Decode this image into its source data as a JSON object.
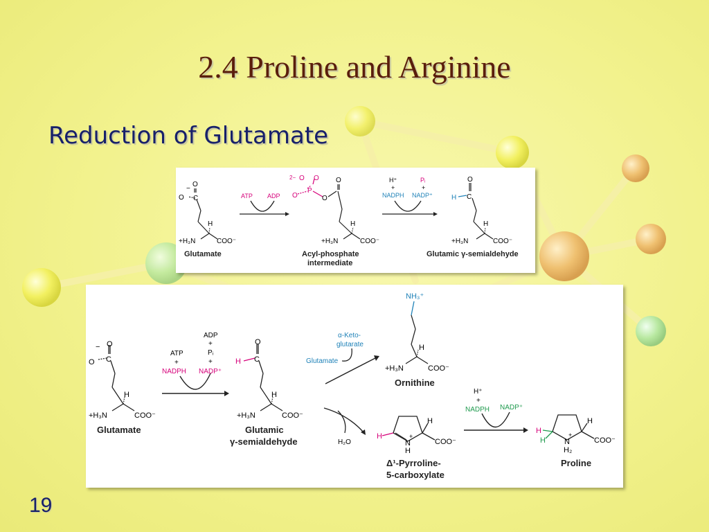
{
  "slide": {
    "title": "2.4 Proline and Arginine",
    "subtitle": "Reduction of Glutamate",
    "page_number": "19"
  },
  "colors": {
    "title": "#5a1e0c",
    "subtitle": "#17206a",
    "magenta": "#d6007a",
    "blue": "#1f82b8",
    "green": "#1f9a4e"
  },
  "top_scheme": {
    "glutamate": {
      "charge": "−",
      "carboxyl_o": "O",
      "o_minus": "O",
      "c": "C",
      "h": "H",
      "n": "+H₃N",
      "coo": "COO⁻",
      "label": "Glutamate"
    },
    "step1": {
      "left": "ATP",
      "right": "ADP"
    },
    "acyl_phosphate": {
      "charge": "2−",
      "o1": "O",
      "o2": "O",
      "o3": "O",
      "p": "P",
      "o_bridge": "O",
      "o_carbonyl": "O",
      "h": "H",
      "n": "+H₃N",
      "coo": "COO⁻",
      "label_line1": "Acyl-phosphate",
      "label_line2": "intermediate"
    },
    "step2": {
      "h_plus": "H⁺",
      "plus_left": "+",
      "nadph": "NADPH",
      "pi": "Pᵢ",
      "plus_right": "+",
      "nadp": "NADP⁺"
    },
    "semialdehyde": {
      "o": "O",
      "h_ald": "H",
      "c": "C",
      "h": "H",
      "n": "+H₃N",
      "coo": "COO⁻",
      "label": "Glutamic γ-semialdehyde"
    }
  },
  "bottom_scheme": {
    "glutamate": {
      "charge": "−",
      "o_top": "O",
      "o_left": "O",
      "c": "C",
      "h": "H",
      "n": "+H₃N",
      "coo": "COO⁻",
      "label": "Glutamate"
    },
    "step1": {
      "atp": "ATP",
      "plus1": "+",
      "nadph": "NADPH",
      "adp": "ADP",
      "plus2": "+",
      "pi": "Pᵢ",
      "plus3": "+",
      "nadp": "NADP⁺"
    },
    "semialdehyde": {
      "o": "O",
      "h_ald": "H",
      "c": "C",
      "h": "H",
      "n": "+H₃N",
      "coo": "COO⁻",
      "label_line1": "Glutamic",
      "label_line2": "γ-semialdehyde"
    },
    "transamination": {
      "keto_line1": "α-Keto-",
      "keto_line2": "glutarate",
      "glutamate": "Glutamate"
    },
    "ornithine": {
      "nh3": "NH₃⁺",
      "h": "H",
      "n": "+H₃N",
      "coo": "COO⁻",
      "label": "Ornithine"
    },
    "cyclization": {
      "water": "H₂O"
    },
    "p5c": {
      "h_ring": "H",
      "n": "N",
      "n_charge": "+",
      "n_h": "H",
      "h": "H",
      "coo": "COO⁻",
      "label_line1": "Δ¹-Pyrroline-",
      "label_line2": "5-carboxylate"
    },
    "step3": {
      "h_plus": "H⁺",
      "plus": "+",
      "nadph": "NADPH",
      "nadp": "NADP⁺"
    },
    "proline": {
      "h1": "H",
      "h2": "H",
      "n": "N",
      "n_charge": "+",
      "nh2": "H₂",
      "h": "H",
      "coo": "COO⁻",
      "label": "Proline"
    }
  }
}
